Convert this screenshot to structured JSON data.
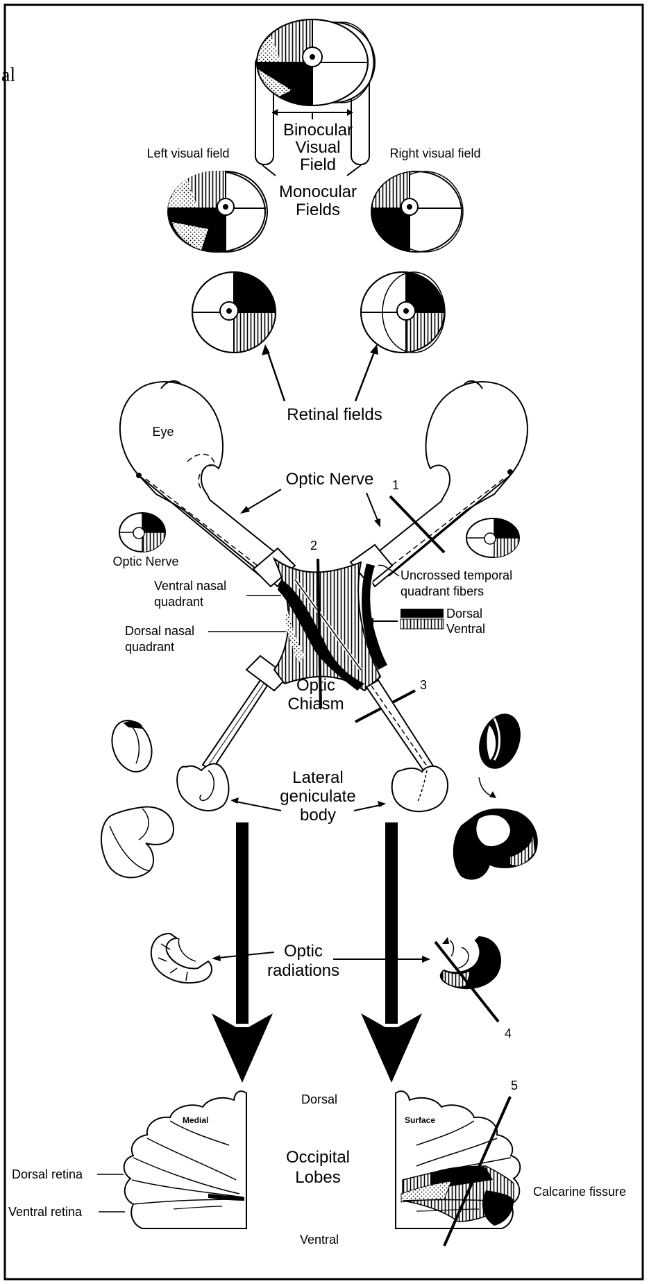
{
  "corner_fragment": "al",
  "top": {
    "binocular": [
      "Binocular",
      "Visual",
      "Field"
    ],
    "monocular": [
      "Monocular",
      "Fields"
    ],
    "left_visual_field": "Left visual field",
    "right_visual_field": "Right visual field"
  },
  "retinal_fields": "Retinal fields",
  "eye": "Eye",
  "optic_nerve_main": "Optic Nerve",
  "optic_nerve_small": "Optic Nerve",
  "ventral_nasal": [
    "Ventral nasal",
    "quadrant"
  ],
  "dorsal_nasal": [
    "Dorsal nasal",
    "quadrant"
  ],
  "uncrossed": [
    "Uncrossed temporal",
    "quadrant fibers"
  ],
  "legend": {
    "dorsal": "Dorsal",
    "ventral": "Ventral"
  },
  "chiasm": [
    "Optic",
    "Chiasm"
  ],
  "lgb": [
    "Lateral",
    "geniculate",
    "body"
  ],
  "radiations": [
    "Optic",
    "radiations"
  ],
  "lobes": {
    "dorsal": "Dorsal",
    "title": [
      "Occipital",
      "Lobes"
    ],
    "ventral": "Ventral",
    "medial": "Medial",
    "surface": "Surface",
    "dorsal_retina": "Dorsal retina",
    "ventral_retina": "Ventral retina",
    "calcarine": "Calcarine fissure"
  },
  "lesions": [
    "1",
    "2",
    "3",
    "4",
    "5"
  ],
  "colors": {
    "ink": "#000000",
    "paper": "#ffffff"
  }
}
